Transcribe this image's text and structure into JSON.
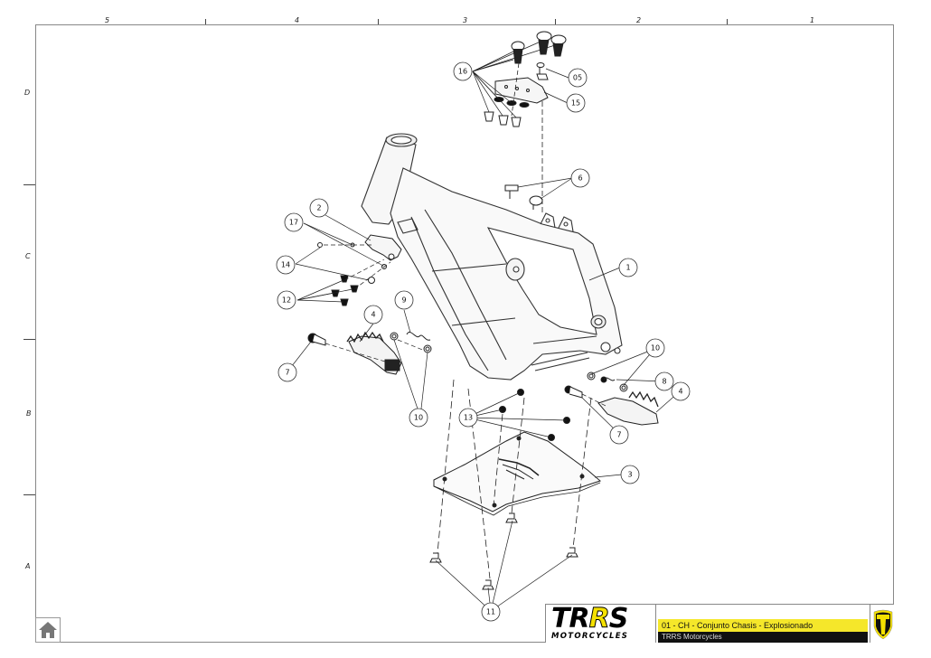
{
  "sheet": {
    "column_labels": [
      "5",
      "4",
      "3",
      "2",
      "1"
    ],
    "row_labels": [
      "D",
      "C",
      "B",
      "A"
    ]
  },
  "title_block": {
    "logo_text": "TRRS",
    "logo_subtitle": "MOTORCYCLES",
    "drawing_title": "01 - CH - Conjunto Chasis - Explosionado",
    "company": "TRRS Motorcycles",
    "accent_color": "#f5e72a",
    "dark_color": "#111111"
  },
  "callouts": {
    "c1": "1",
    "c2": "2",
    "c3": "3",
    "c4a": "4",
    "c4b": "4",
    "c05": "05",
    "c6": "6",
    "c7a": "7",
    "c7b": "7",
    "c8": "8",
    "c9": "9",
    "c10a": "10",
    "c10b": "10",
    "c11": "11",
    "c12": "12",
    "c13": "13",
    "c14": "14",
    "c15": "15",
    "c16": "16",
    "c17": "17"
  },
  "parts": [
    {
      "id": "1",
      "name": "chassis-frame"
    },
    {
      "id": "2",
      "name": "bracket"
    },
    {
      "id": "3",
      "name": "skid-plate"
    },
    {
      "id": "4",
      "name": "footpeg"
    },
    {
      "id": "05",
      "name": "screw"
    },
    {
      "id": "6",
      "name": "stud"
    },
    {
      "id": "7",
      "name": "footpeg-pin"
    },
    {
      "id": "8",
      "name": "spring"
    },
    {
      "id": "9",
      "name": "spring"
    },
    {
      "id": "10",
      "name": "washer"
    },
    {
      "id": "11",
      "name": "skid-plate-bolt"
    },
    {
      "id": "12",
      "name": "bracket-bolt"
    },
    {
      "id": "13",
      "name": "nut"
    },
    {
      "id": "14",
      "name": "washer"
    },
    {
      "id": "15",
      "name": "top-plate"
    },
    {
      "id": "16",
      "name": "mount-bushing"
    },
    {
      "id": "17",
      "name": "small-screw"
    }
  ],
  "home_button": {
    "icon": "home-icon"
  }
}
